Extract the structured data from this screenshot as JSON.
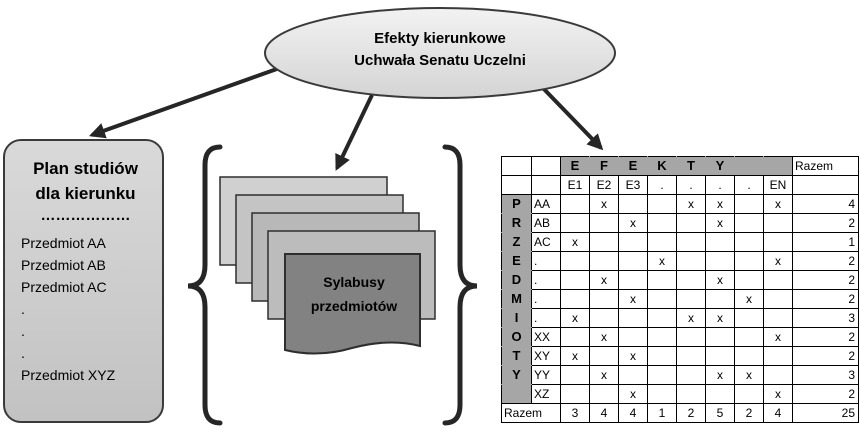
{
  "efekty_node": {
    "line1": "Efekty kierunkowe",
    "line2": "Uchwała Senatu Uczelni"
  },
  "plan": {
    "title1": "Plan studiów",
    "title2": "dla kierunku",
    "dots": "………………",
    "items": [
      "Przedmiot AA",
      "Przedmiot AB",
      "Przedmiot AC",
      ".",
      ".",
      ".",
      "Przedmiot XYZ"
    ]
  },
  "sylabusy": {
    "line1": "Sylabusy",
    "line2": "przedmiotów"
  },
  "matrix": {
    "title_letters": [
      "E",
      "F",
      "E",
      "K",
      "T",
      "Y"
    ],
    "razem_label": "Razem",
    "columns": [
      "E1",
      "E2",
      "E3",
      ".",
      ".",
      ".",
      ".",
      "EN"
    ],
    "side_letters": [
      "P",
      "R",
      "Z",
      "E",
      "D",
      "M",
      "I",
      "O",
      "T",
      "Y",
      ""
    ],
    "rows": [
      {
        "code": "AA",
        "cells": [
          "",
          "x",
          "",
          "",
          "x",
          "x",
          "",
          "x"
        ],
        "total": "4"
      },
      {
        "code": "AB",
        "cells": [
          "",
          "",
          "x",
          "",
          "",
          "x",
          "",
          ""
        ],
        "total": "2"
      },
      {
        "code": "AC",
        "cells": [
          "x",
          "",
          "",
          "",
          "",
          "",
          "",
          ""
        ],
        "total": "1"
      },
      {
        "code": ".",
        "cells": [
          "",
          "",
          "",
          "x",
          "",
          "",
          "",
          "x"
        ],
        "total": "2"
      },
      {
        "code": ".",
        "cells": [
          "",
          "x",
          "",
          "",
          "",
          "x",
          "",
          ""
        ],
        "total": "2"
      },
      {
        "code": ".",
        "cells": [
          "",
          "",
          "x",
          "",
          "",
          "",
          "x",
          ""
        ],
        "total": "2"
      },
      {
        "code": ".",
        "cells": [
          "x",
          "",
          "",
          "",
          "x",
          "x",
          "",
          ""
        ],
        "total": "3"
      },
      {
        "code": "XX",
        "cells": [
          "",
          "x",
          "",
          "",
          "",
          "",
          "",
          "x"
        ],
        "total": "2"
      },
      {
        "code": "XY",
        "cells": [
          "x",
          "",
          "x",
          "",
          "",
          "",
          "",
          ""
        ],
        "total": "2"
      },
      {
        "code": "YY",
        "cells": [
          "",
          "x",
          "",
          "",
          "",
          "x",
          "x",
          ""
        ],
        "total": "3"
      },
      {
        "code": "XZ",
        "cells": [
          "",
          "",
          "x",
          "",
          "",
          "",
          "",
          "x"
        ],
        "total": "2"
      }
    ],
    "footer": {
      "label": "Razem",
      "values": [
        "3",
        "4",
        "4",
        "1",
        "2",
        "5",
        "2",
        "4"
      ],
      "total": "25"
    }
  }
}
